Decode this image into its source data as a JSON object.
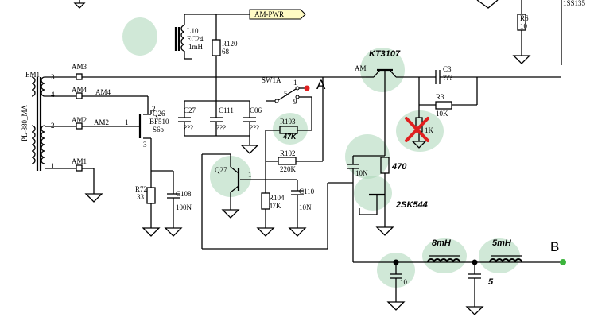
{
  "header": {
    "code": "1SS135"
  },
  "connectors": {
    "em1": "EM1",
    "pl880": "PL-880_MA",
    "am1": "AM1",
    "am2": "AM2",
    "am3": "AM3",
    "am4": "AM4",
    "am": "AM",
    "pin1": "1",
    "pin2": "2",
    "pin3": "3",
    "pin4": "4"
  },
  "nets": {
    "am2": "AM2",
    "am4": "AM4",
    "power": "AM-PWR"
  },
  "inductors": {
    "l10": {
      "ref": "L10",
      "type": "EC24",
      "value": "1mH"
    },
    "l_8mh": "8mH",
    "l_5mh": "5mH"
  },
  "resistors": {
    "r120": {
      "ref": "R120",
      "value": "68"
    },
    "r6": {
      "ref": "R6",
      "value": "10"
    },
    "r3": {
      "ref": "R3",
      "value": "10K"
    },
    "r_removed": "1K",
    "r103": {
      "ref": "R103",
      "value": "47K"
    },
    "r102": {
      "ref": "R102",
      "value": "220K"
    },
    "r104": {
      "ref": "R104",
      "value": "47K"
    },
    "r72": {
      "ref": "R72",
      "value": "33"
    },
    "r_470": "470"
  },
  "capacitors": {
    "c27": {
      "ref": "C27",
      "value": "???"
    },
    "c111": {
      "ref": "C111",
      "value": "???"
    },
    "c06": {
      "ref": "C06",
      "value": "???"
    },
    "c3": {
      "ref": "C3",
      "value": "???"
    },
    "c108": {
      "ref": "C108",
      "value": "100N"
    },
    "c110": {
      "ref": "C110",
      "value": "10N"
    },
    "c_10n": "10N",
    "c_out1": "10",
    "c_out2": "5"
  },
  "transistors": {
    "q26": {
      "ref": "Q26",
      "type": "BF510",
      "pkg": "S6p",
      "pin1": "1",
      "pin2": "2",
      "pin3": "3"
    },
    "q27": {
      "ref": "Q27",
      "pin": "1"
    },
    "kt3107": "KT3107",
    "sk544": "2SK544"
  },
  "switch": {
    "ref": "SW1A",
    "pin1": "1",
    "pin5": "5",
    "pin9": "9"
  },
  "points": {
    "a": "A",
    "b": "B"
  },
  "colors": {
    "marker_red": "#e02020",
    "marker_green": "#3cb43c",
    "highlight": "#a9d6b6",
    "power_label_bg": "#fffbc4"
  },
  "annotations": {
    "removed_resistor": "x-mark-icon"
  }
}
